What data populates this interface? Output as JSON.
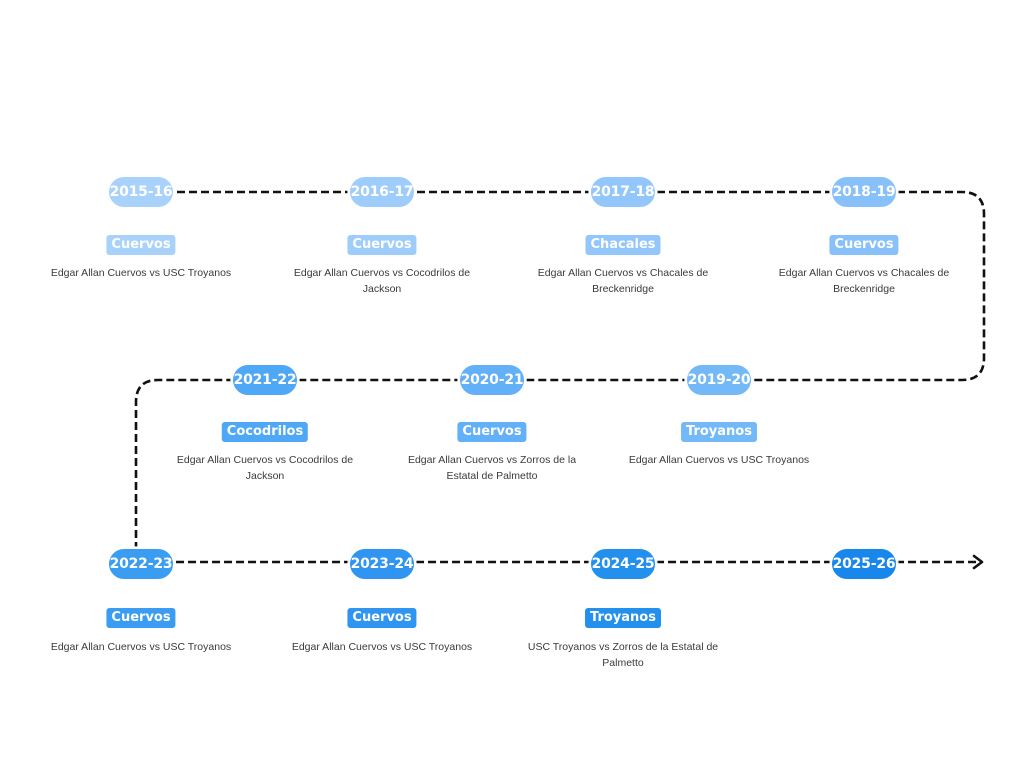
{
  "timeline": {
    "rows": [
      [
        {
          "season": "2015-16",
          "winner": "Cuervos",
          "match": "Edgar Allan Cuervos vs USC Troyanos",
          "color": "#a9d2fb"
        },
        {
          "season": "2016-17",
          "winner": "Cuervos",
          "match": "Edgar Allan Cuervos vs Cocodrilos de Jackson",
          "color": "#9fcdfb"
        },
        {
          "season": "2017-18",
          "winner": "Chacales",
          "match": "Edgar Allan Cuervos vs Chacales de Breckenridge",
          "color": "#93c7fb"
        },
        {
          "season": "2018-19",
          "winner": "Cuervos",
          "match": "Edgar Allan Cuervos vs Chacales de Breckenridge",
          "color": "#88c1fa"
        }
      ],
      [
        {
          "season": "2021-22",
          "winner": "Cocodrilos",
          "match": "Edgar Allan Cuervos vs Cocodrilos de Jackson",
          "color": "#4fa8f5"
        },
        {
          "season": "2020-21",
          "winner": "Cuervos",
          "match": "Edgar Allan Cuervos vs Zorros de la Estatal de Palmetto",
          "color": "#62b0f7"
        },
        {
          "season": "2019-20",
          "winner": "Troyanos",
          "match": "Edgar Allan Cuervos vs USC Troyanos",
          "color": "#73b9f8"
        }
      ],
      [
        {
          "season": "2022-23",
          "winner": "Cuervos",
          "match": "Edgar Allan Cuervos vs USC Troyanos",
          "color": "#3b9df2"
        },
        {
          "season": "2023-24",
          "winner": "Cuervos",
          "match": "Edgar Allan Cuervos vs USC Troyanos",
          "color": "#2f95f0"
        },
        {
          "season": "2024-25",
          "winner": "Troyanos",
          "match": "USC Troyanos vs Zorros de la Estatal de Palmetto",
          "color": "#2490ee"
        },
        {
          "season": "2025-26",
          "winner": "",
          "match": "",
          "color": "#1887ec"
        }
      ]
    ]
  },
  "path_color": "#111111"
}
